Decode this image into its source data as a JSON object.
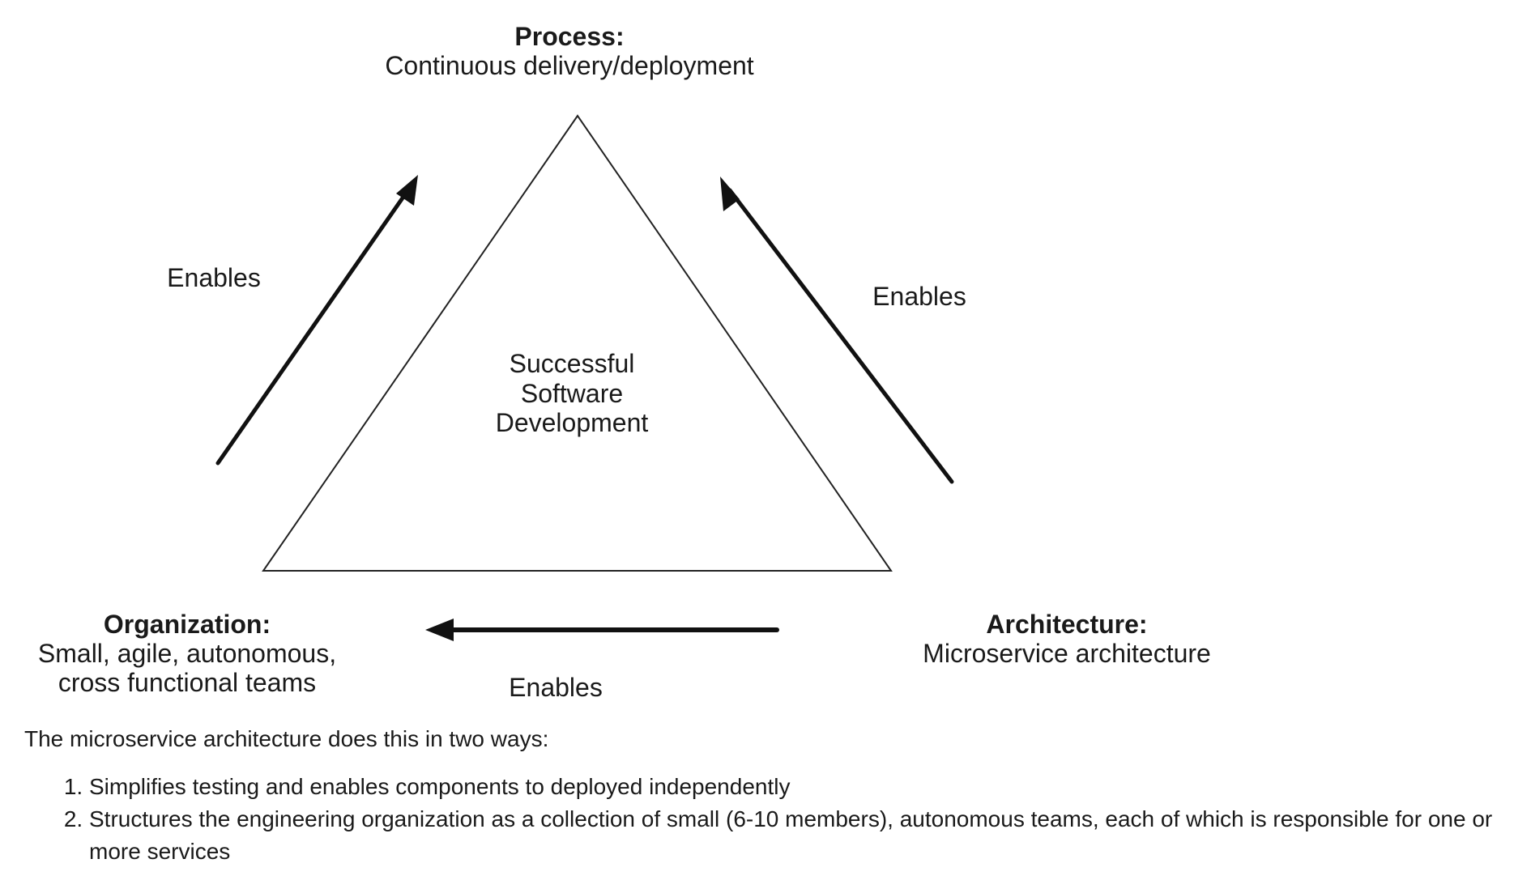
{
  "diagram": {
    "process": {
      "title": "Process:",
      "subtitle": "Continuous delivery/deployment"
    },
    "organization": {
      "title": "Organization:",
      "subtitle_lines": [
        "Small, agile, autonomous,",
        "cross functional teams"
      ]
    },
    "architecture": {
      "title": "Architecture:",
      "subtitle": "Microservice architecture"
    },
    "center_lines": [
      "Successful",
      "Software",
      "Development"
    ],
    "edges": [
      {
        "from": "organization",
        "to": "process",
        "label": "Enables"
      },
      {
        "from": "architecture",
        "to": "process",
        "label": "Enables"
      },
      {
        "from": "architecture",
        "to": "organization",
        "label": "Enables"
      }
    ]
  },
  "text": {
    "intro": "The microservice architecture does this in two ways:",
    "items": [
      "Simplifies testing and enables components to deployed independently",
      "Structures the engineering organization as a collection of small (6-10 members), autonomous teams, each of which is responsible for one or more services"
    ]
  }
}
